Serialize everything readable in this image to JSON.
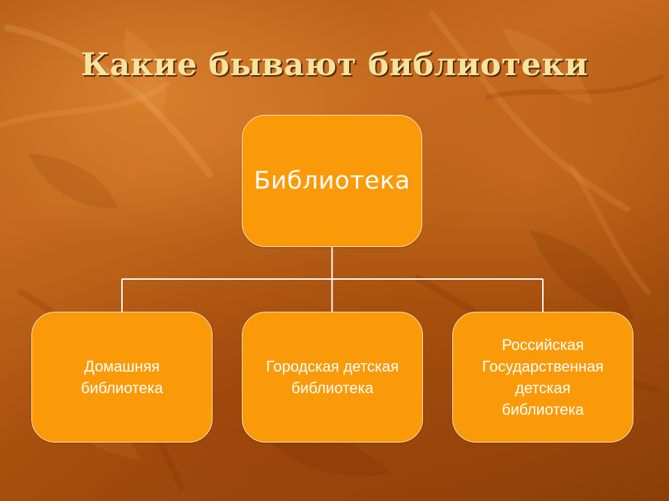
{
  "slide": {
    "title": "Какие бывают библиотеки"
  },
  "diagram": {
    "root": {
      "label": "Библиотека"
    },
    "children": [
      {
        "label": "Домашняя\nбиблиотека"
      },
      {
        "label": "Городская детская\nбиблиотека"
      },
      {
        "label": "Российская\nГосударственная\nдетская\nбиблиотека"
      }
    ]
  },
  "colors": {
    "background": "#b35a14",
    "node_fill": "#fb9a08",
    "node_border": "#fde7c3",
    "connector": "#ffffff",
    "title_text": "#f5e3a0",
    "node_text": "#ffffff"
  }
}
